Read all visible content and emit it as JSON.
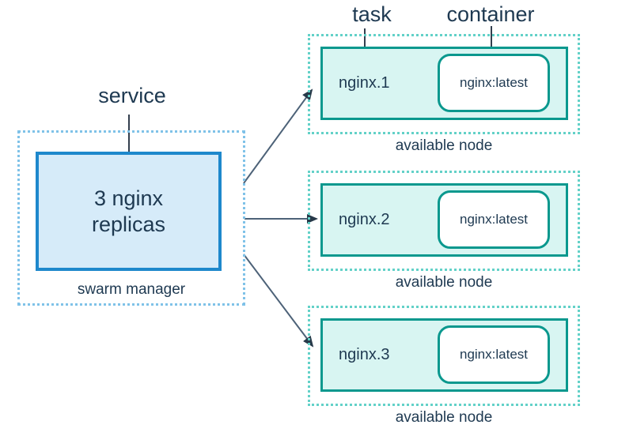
{
  "diagram": {
    "callouts": {
      "service": "service",
      "task": "task",
      "container": "container"
    },
    "manager": {
      "box_lines": [
        "3 nginx",
        "replicas"
      ],
      "caption": "swarm manager"
    },
    "nodes": [
      {
        "task_name": "nginx.1",
        "container_image": "nginx:latest",
        "caption": "available node"
      },
      {
        "task_name": "nginx.2",
        "container_image": "nginx:latest",
        "caption": "available node"
      },
      {
        "task_name": "nginx.3",
        "container_image": "nginx:latest",
        "caption": "available node"
      }
    ],
    "colors": {
      "text": "#1e3951",
      "service_box_border": "#1e88cc",
      "service_box_fill": "#d6ebf9",
      "manager_dotted_border": "#7fc2e8",
      "node_dotted_border": "#63d1c8",
      "node_box_border": "#0a988e",
      "node_box_fill": "#d8f5f2",
      "container_box_fill": "#ffffff",
      "arrow_line": "#4d6278",
      "arrow_head": "#273949"
    }
  }
}
